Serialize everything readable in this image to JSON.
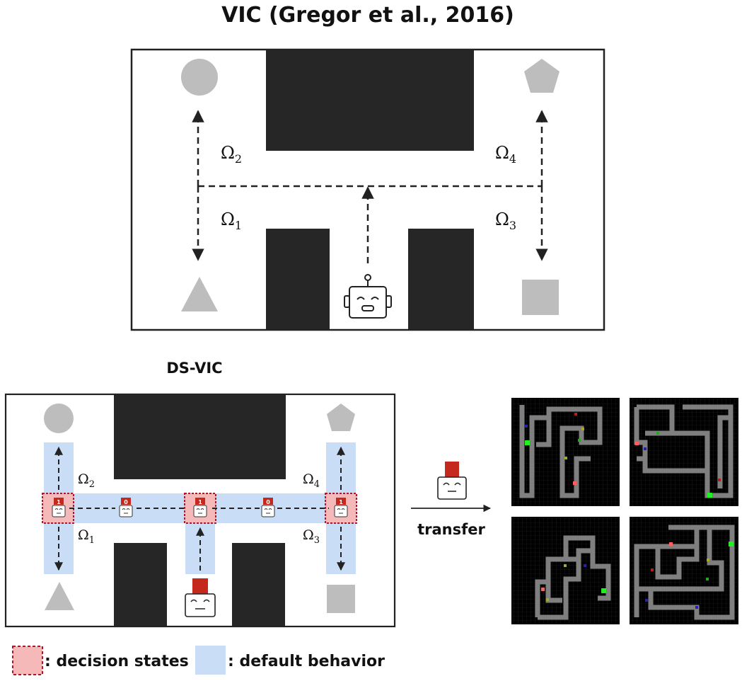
{
  "top_panel": {
    "title": "VIC (Gregor et al., 2016)",
    "labels": {
      "o1": "Ω",
      "o1_sub": "1",
      "o2": "Ω",
      "o2_sub": "2",
      "o3": "Ω",
      "o3_sub": "3",
      "o4": "Ω",
      "o4_sub": "4"
    }
  },
  "bottom_panel": {
    "title": "DS-VIC",
    "labels": {
      "o1": "Ω",
      "o1_sub": "1",
      "o2": "Ω",
      "o2_sub": "2",
      "o3": "Ω",
      "o3_sub": "3",
      "o4": "Ω",
      "o4_sub": "4"
    },
    "state_flags": {
      "left": "1",
      "mid_left": "0",
      "center": "1",
      "mid_right": "0",
      "right": "1"
    }
  },
  "transfer_label": "transfer",
  "legend": {
    "decision_states": ": decision states",
    "default_behavior": ": default behavior"
  },
  "colors": {
    "wall": "#262626",
    "goal_gray": "#bdbdbd",
    "decision_fill": "#f6b9b9",
    "decision_border": "#b3152b",
    "default_fill": "#c9def6",
    "robot_red": "#c5281c"
  }
}
